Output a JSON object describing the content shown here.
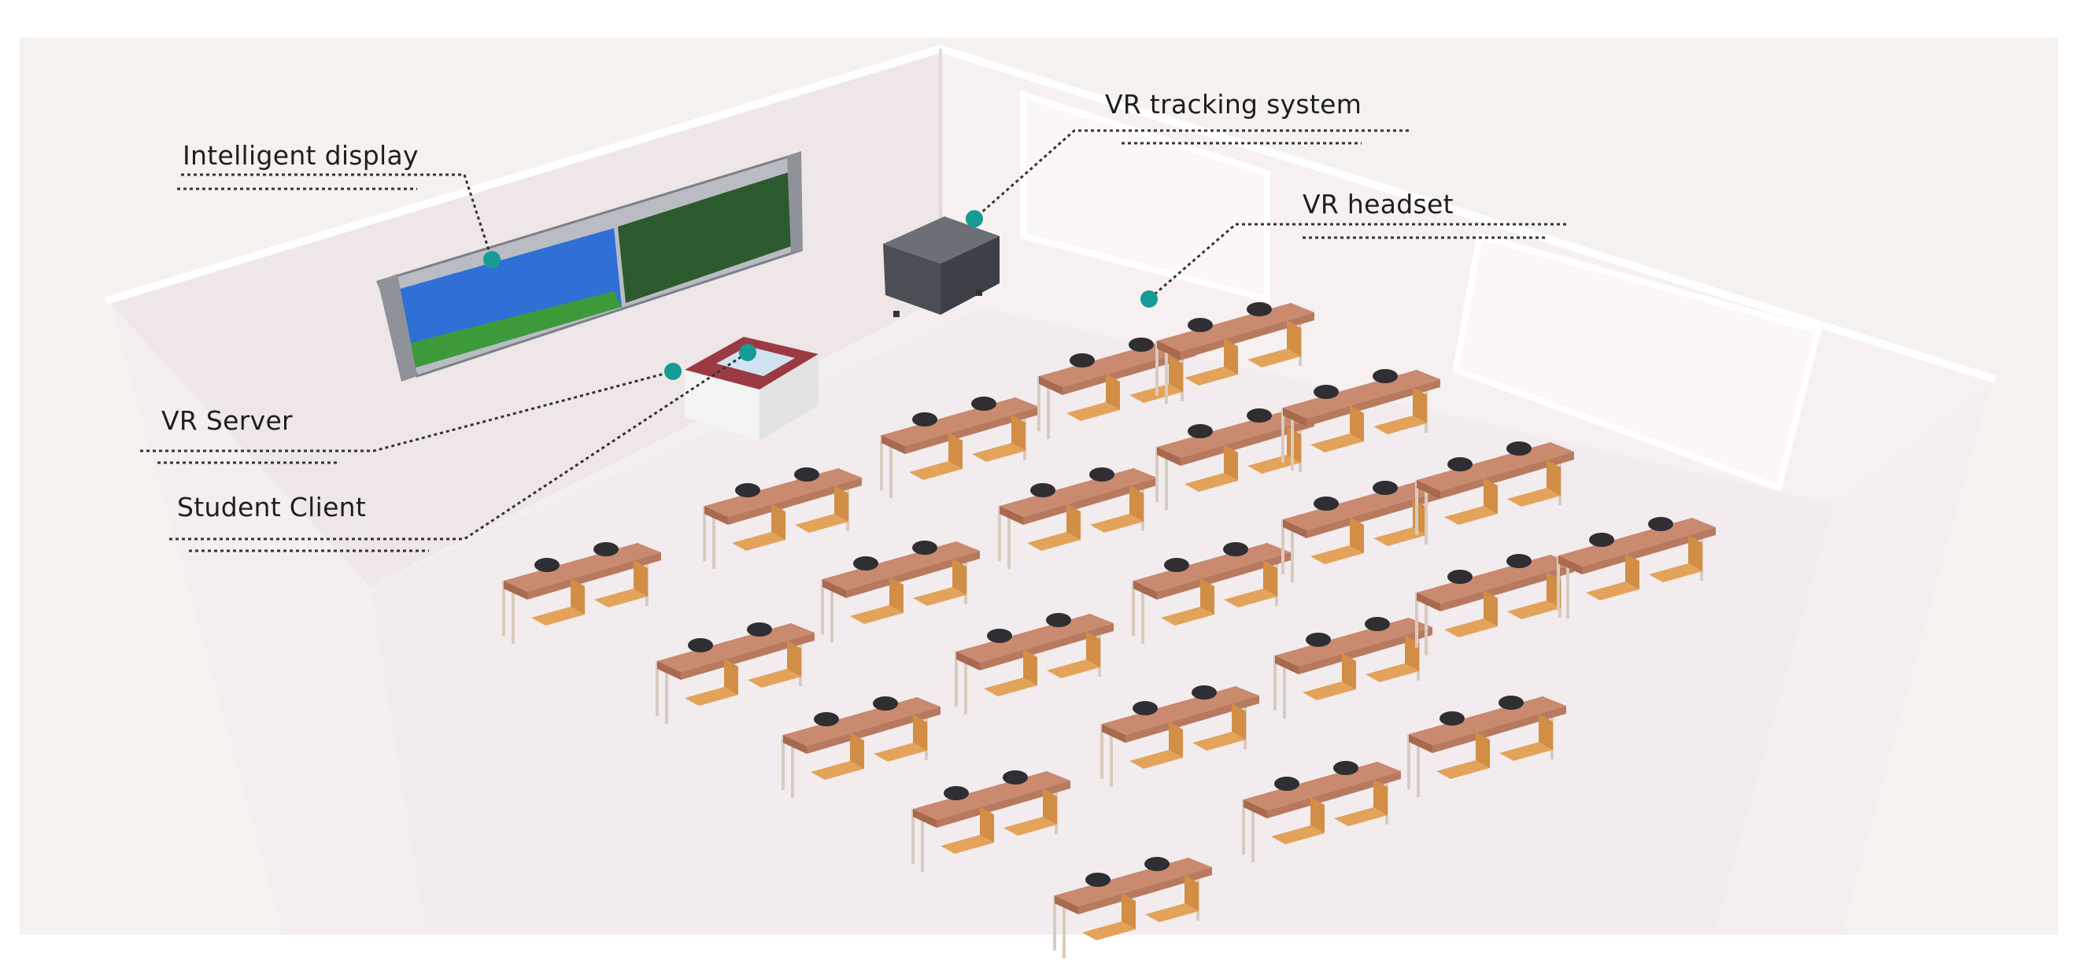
{
  "callouts": {
    "intelligent_display": "Intelligent display",
    "vr_tracking_system": "VR tracking system",
    "vr_headset": "VR headset",
    "vr_server": "VR Server",
    "student_client": "Student Client"
  },
  "colors": {
    "background": "#f4f1ef",
    "room_floor": "#f4eef0",
    "wall_left": "#eee6e7",
    "wall_back": "#f6f0f1",
    "desk_top": "#c98a70",
    "chair_seat": "#e3a35a",
    "callout_dot": "#169c94",
    "callout_line": "#333333",
    "board_green": "#2c5a2e",
    "desktop_blue": "#2f6fd6"
  },
  "icons": {
    "desk": "student-desk-icon",
    "chair": "chair-icon",
    "headset": "vr-headset-icon",
    "cabinet": "server-cabinet-icon",
    "podium": "teacher-podium-icon",
    "display": "smart-board-icon"
  }
}
